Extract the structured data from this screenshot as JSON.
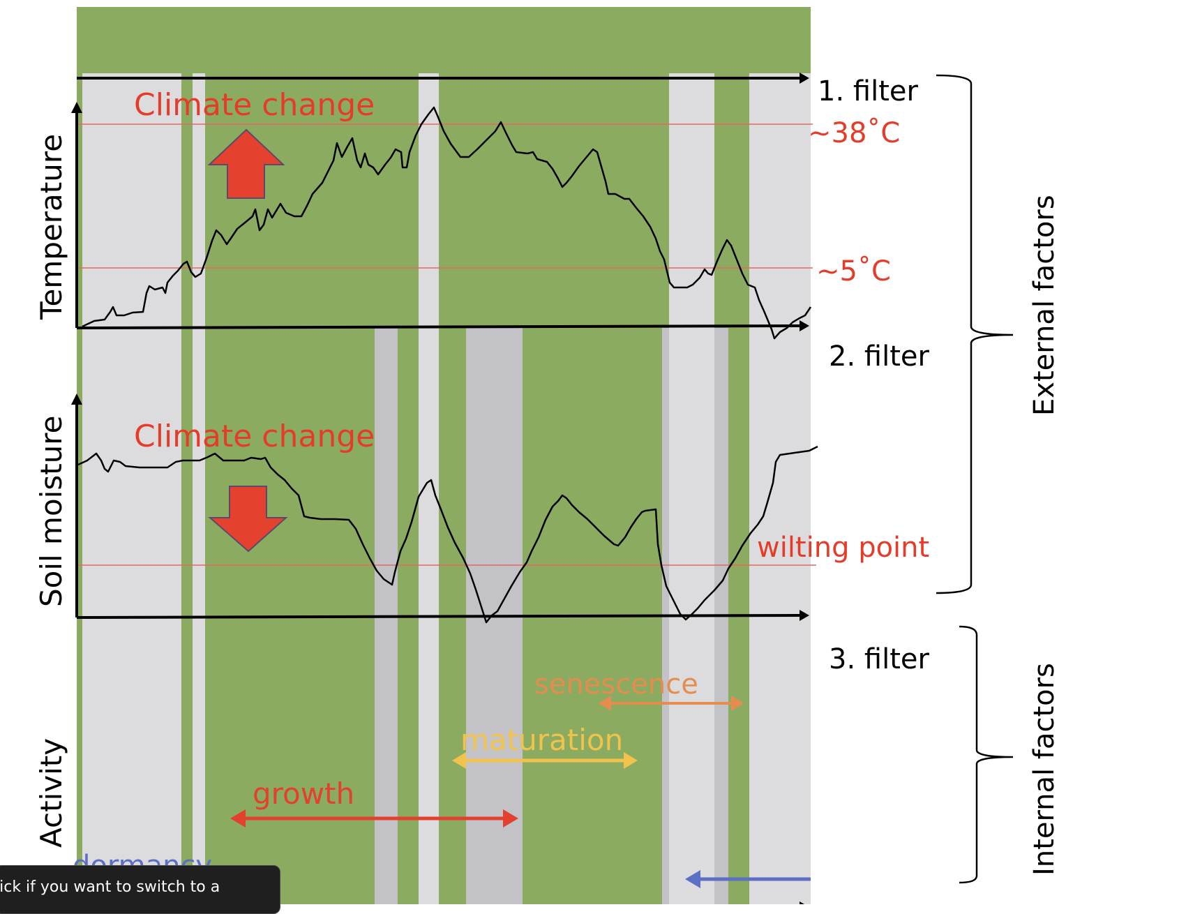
{
  "figure": {
    "y_axis_labels": {
      "temperature": "Temperature",
      "soil_moisture": "Soil moisture",
      "activity": "Activity"
    },
    "climate_change_label_top": "Climate change",
    "climate_change_label_bottom": "Climate change",
    "thresholds": {
      "high_temp": "~38˚C",
      "low_temp": "~5˚C",
      "wilting": "wilting point"
    },
    "filters": {
      "f1": "1. filter",
      "f2": "2. filter",
      "f3": "3. filter"
    },
    "brace_labels": {
      "external": "External factors",
      "internal": "Internal factors"
    },
    "phases": {
      "dormancy": "dormancy",
      "growth": "growth",
      "maturation": "maturation",
      "senescence": "senescence"
    },
    "colors": {
      "green": "#8aab60",
      "light_gray": "#dcdcde",
      "mid_gray": "#c3c2c6",
      "red_text": "#e53c2a",
      "arrow_red": "#e4422f",
      "dormancy_blue": "#5b6fc4",
      "growth_red": "#e3412e",
      "maturation_yellow": "#f1c34c",
      "senescence_orange": "#e48d4e",
      "threshold_line": "#e26a62"
    }
  },
  "tooltip": {
    "text": "lick if you want to switch to a"
  }
}
